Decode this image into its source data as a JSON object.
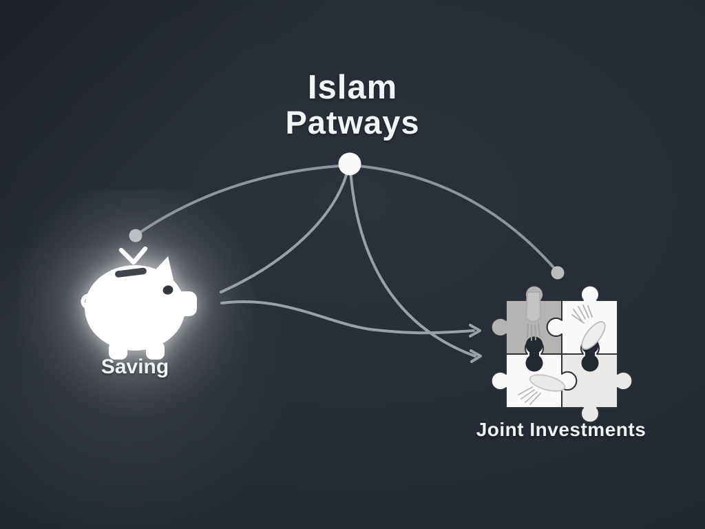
{
  "title": {
    "line1": "Islam",
    "line2": "Patways"
  },
  "nodes": {
    "saving": {
      "label": "Saving",
      "icon": "piggy-bank"
    },
    "joint_investments": {
      "label": "Joint Investments",
      "icon": "puzzle-pieces"
    }
  },
  "colors": {
    "background": "#242a32",
    "background_edge": "#1a2028",
    "connector": "#99a0a8",
    "hub_dot": "#fafafa",
    "endpoint_dot": "#b9bbbd",
    "text": "#f3f4f6",
    "piggy": "#ffffff",
    "piggy_eye": "#34383e",
    "puzzle_piece_gray": "#b5b4b3",
    "puzzle_piece_white": "#f9f9f9",
    "puzzle_piece_light": "#e9e9e8",
    "puzzle_outline": "#2e3136",
    "puzzle_hole": "#232932"
  }
}
